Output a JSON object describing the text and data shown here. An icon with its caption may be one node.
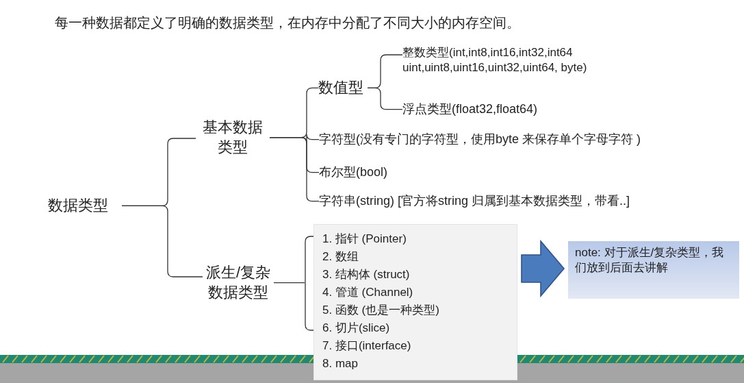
{
  "diagram": {
    "title": "每一种数据都定义了明确的数据类型，在内存中分配了不同大小的内存空间。",
    "nodes": [
      {
        "text": [
          "数据类型"
        ]
      },
      {
        "text": [
          "基本数据类型"
        ]
      },
      {
        "text": [
          "数值型"
        ]
      },
      {
        "text": [
          "整数类型(int,int8,int16,int32,int64 uint,uint8,uint16,uint32,uint64, byte)"
        ]
      },
      {
        "text": [
          "浮点类型(float32,float64)"
        ]
      },
      {
        "text": [
          "字符型(没有专门的字符型，使用byte 来保存单个字母字符 )"
        ]
      },
      {
        "text": [
          "布尔型(bool)"
        ]
      },
      {
        "text": [
          "字符串(string) [官方将string 归属到基本数据类型，带看..]"
        ]
      },
      {
        "text": [
          "派生/复杂数据类型"
        ]
      },
      {
        "text": [
          "1. 指针 (Pointer)",
          "2. 数组",
          "3. 结构体 (struct)",
          "4. 管道 (Channel)",
          "5. 函数 (也是一种类型)",
          "6. 切片(slice)",
          "7. 接口(interface)",
          "8. map"
        ]
      },
      {
        "text": [
          "note: 对于派生/复杂类型，我们放到后面去讲解"
        ]
      }
    ],
    "edges": [
      {
        "from": 0,
        "to": 1,
        "arrow": "none"
      },
      {
        "from": 0,
        "to": 8,
        "arrow": "none"
      },
      {
        "from": 1,
        "to": 2,
        "arrow": "none"
      },
      {
        "from": 1,
        "to": 5,
        "arrow": "none"
      },
      {
        "from": 1,
        "to": 6,
        "arrow": "none"
      },
      {
        "from": 1,
        "to": 7,
        "arrow": "none"
      },
      {
        "from": 2,
        "to": 3,
        "arrow": "none"
      },
      {
        "from": 2,
        "to": 4,
        "arrow": "none"
      },
      {
        "from": 8,
        "to": 9,
        "arrow": "none"
      },
      {
        "from": 9,
        "to": 10,
        "arrow": "to",
        "style": "thick",
        "color": "#4a7bbd"
      }
    ]
  }
}
